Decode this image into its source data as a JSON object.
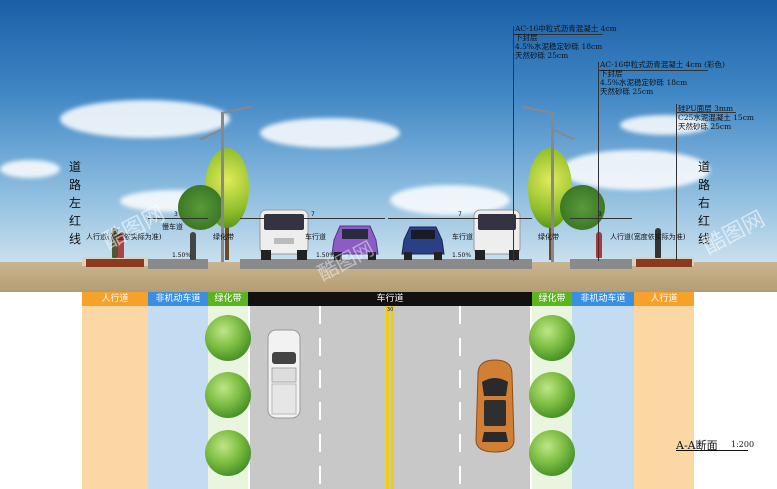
{
  "left_boundary": "道路左红线",
  "right_boundary": "道路右红线",
  "section_labels": {
    "sidewalk_left": "人行道(宽度依实际为准)",
    "sidewalk_right": "人行道(宽度依实际为准)",
    "slow_lane_left": "慢车道",
    "greenbelt_left": "绿化带",
    "greenbelt_right": "绿化带",
    "carriageway_left": "车行道",
    "carriageway_right": "车行道"
  },
  "dimensions": [
    "3",
    "7",
    "7",
    "3"
  ],
  "slopes": [
    "1.50%",
    "1.50%",
    "1.50%"
  ],
  "pavement_notes": {
    "carriageway": [
      "AC-16中粒式沥青混凝土 4cm",
      "下封层",
      "4.5%水泥稳定砂砾 18cm",
      "天然砂砾 25cm"
    ],
    "bike_lane": [
      "AC-16中粒式沥青混凝土 4cm (彩色)",
      "下封层",
      "4.5%水泥稳定砂砾 18cm",
      "天然砂砾 25cm"
    ],
    "sidewalk": [
      "硅PU面层  3mm",
      "C25水泥混凝土 15cm",
      "天然砂砾 25cm"
    ]
  },
  "band": {
    "sidewalk_left": "人行道",
    "bike_left": "非机动车道",
    "green_left": "绿化带",
    "carriageway": "车行道",
    "green_right": "绿化带",
    "bike_right": "非机动车道",
    "sidewalk_right": "人行道"
  },
  "centerline_mark": "30",
  "watermark_brand": "酷图网",
  "drawing_title": "A-A断面",
  "scale": "1:200",
  "colors": {
    "sidewalk": "#fbd7a4",
    "sidewalk_band": "#f6a12a",
    "bike_lane": "#c3dcf2",
    "bike_band": "#3b8fe0",
    "green_band": "#5cb41e",
    "carriageway": "#c8c8c8",
    "carriageway_band": "#111111",
    "centerline": "#f2d000"
  }
}
